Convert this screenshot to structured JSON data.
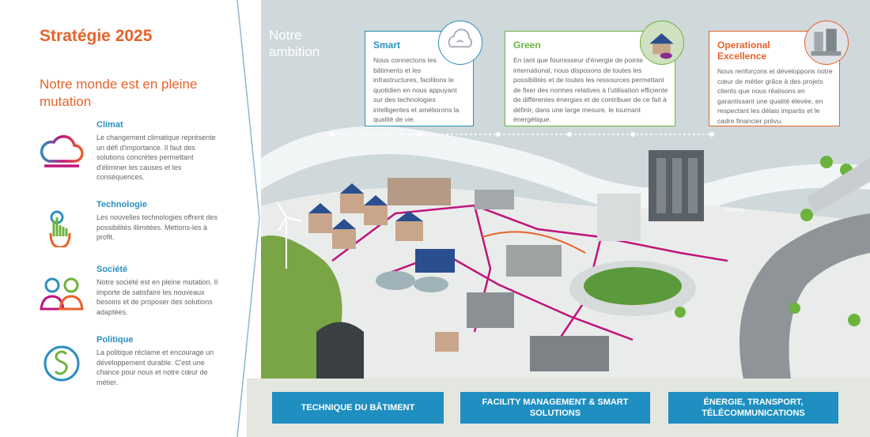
{
  "left": {
    "title": "Stratégie 2025",
    "subtitle": "Notre monde est en pleine mutation",
    "items": [
      {
        "icon": "cloud-icon",
        "heading": "Climat",
        "text": "Le changement climatique représente un défi d'importance. Il faut des solutions concrètes permettant d'éliminer les causes et les conséquences."
      },
      {
        "icon": "touch-hand-icon",
        "heading": "Technologie",
        "text": "Les nouvelles technologies offrent des possibilités illimitées. Mettons-les à profit."
      },
      {
        "icon": "people-icon",
        "heading": "Société",
        "text": "Notre société est en pleine mutation. Il importe de satisfaire les nouveaux besoins et de proposer des solutions adaptées."
      },
      {
        "icon": "paragraph-icon",
        "heading": "Politique",
        "text": "La politique réclame et encourage un développement durable. C'est une chance pour nous et notre cœur de métier."
      }
    ]
  },
  "scene": {
    "ambition": "Notre ambition",
    "cards": [
      {
        "title": "Smart",
        "color": "#2a8fbf",
        "text": "Nous connectons les bâtiments et les infrastructures, facilitons le quotidien en nous appuyant sur des technologies intelligentes et améliorons la qualité de vie.",
        "badge": "wifi-cloud-icon"
      },
      {
        "title": "Green",
        "color": "#6cb33e",
        "text": "En tant que fournisseur d'énergie de pointe international, nous disposons de toutes les possibilités et de toutes les ressources permettant de fixer des normes relatives à l'utilisation efficiente de différentes énergies et de contribuer de ce fait à définir, dans une large mesure, le tournant énergétique.",
        "badge": "solar-house-icon"
      },
      {
        "title": "Operational Excellence",
        "color": "#e8622a",
        "text": "Nous renforçons et développons notre cœur de métier grâce à des projets clients que nous réalisons en garantissant une qualité élevée, en respectant les délais impartis et le cadre financier prévu.",
        "badge": "city-street-icon"
      }
    ],
    "parking": "Parking"
  },
  "buttons": [
    {
      "label": "TECHNIQUE DU BÂTIMENT"
    },
    {
      "label": "FACILITY MANAGEMENT & SMART SOLUTIONS"
    },
    {
      "label": "ÉNERGIE, TRANSPORT, TÉLÉCOMMUNICATIONS"
    }
  ],
  "colors": {
    "orange": "#e8622a",
    "blue": "#2a8fbf",
    "green": "#6cb33e",
    "magenta": "#c0147c",
    "button": "#1e8fc0"
  }
}
